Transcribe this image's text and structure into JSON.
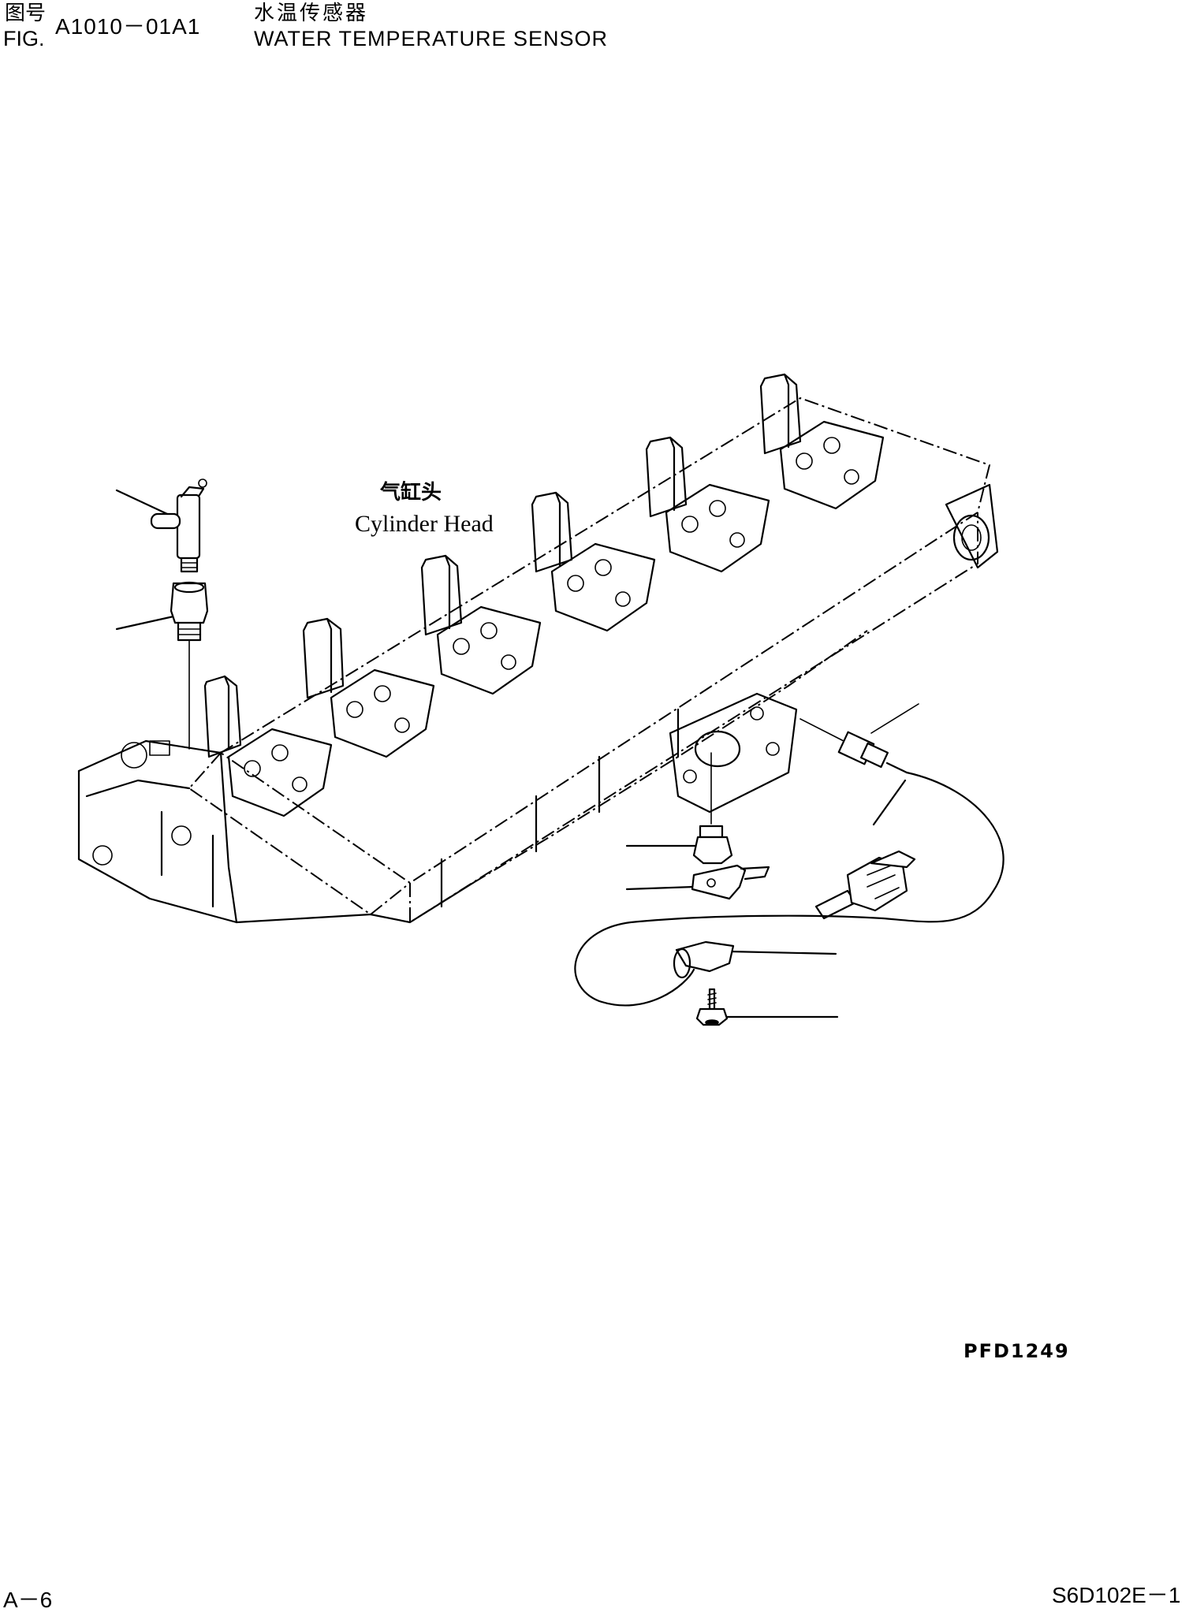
{
  "header": {
    "figure_label_cn": "图号",
    "figure_label_en": "FIG.",
    "figure_number": "A1010－01A1",
    "title_cn": "水温传感器",
    "title_en": "WATER TEMPERATURE SENSOR"
  },
  "callout": {
    "label_cn": "气缸头",
    "label_en": "Cylinder Head"
  },
  "footer": {
    "drawing_code": "PFD1249",
    "page_number": "A－6",
    "model_code": "S6D102E－1"
  }
}
